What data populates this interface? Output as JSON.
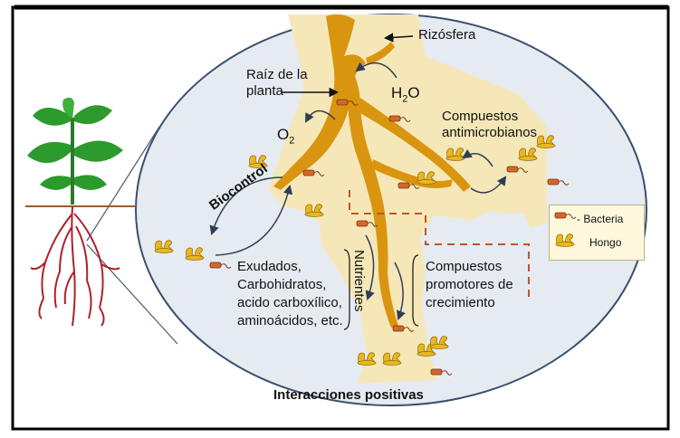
{
  "labels": {
    "rizosfera": "Rizósfera",
    "raiz_line1": "Raíz de la",
    "raiz_line2": "planta",
    "h2o_main": "H",
    "h2o_sub": "2",
    "h2o_tail": "O",
    "o2_main": "O",
    "o2_sub": "2",
    "antimicrobianos_line1": "Compuestos",
    "antimicrobianos_line2": "antimicrobianos",
    "biocontrol": "Biocontrol",
    "exudados_line1": "Exudados,",
    "exudados_line2": "Carbohidratos,",
    "exudados_line3": "acido carboxílico,",
    "exudados_line4": "aminoácidos, etc.",
    "nutrientes": "Nutrientes",
    "promotores_line1": "Compuestos",
    "promotores_line2": "promotores de",
    "promotores_line3": "crecimiento",
    "title": "Interacciones positivas"
  },
  "legend": {
    "bacteria": "- Bacteria",
    "hongo": "Hongo"
  },
  "colors": {
    "root": "#d9950f",
    "rhizosphere": "#f5e7b8",
    "ellipse_fill": "#e6ebf2",
    "ellipse_stroke": "#39506d",
    "leaf": "#2c9a2c",
    "plant_root": "#b0202a",
    "soil_line": "#9b5a2b",
    "bacteria": "#d4662a",
    "fungus": "#e8b820",
    "arrow": "#2f3e57",
    "dashed": "#c0552a"
  }
}
